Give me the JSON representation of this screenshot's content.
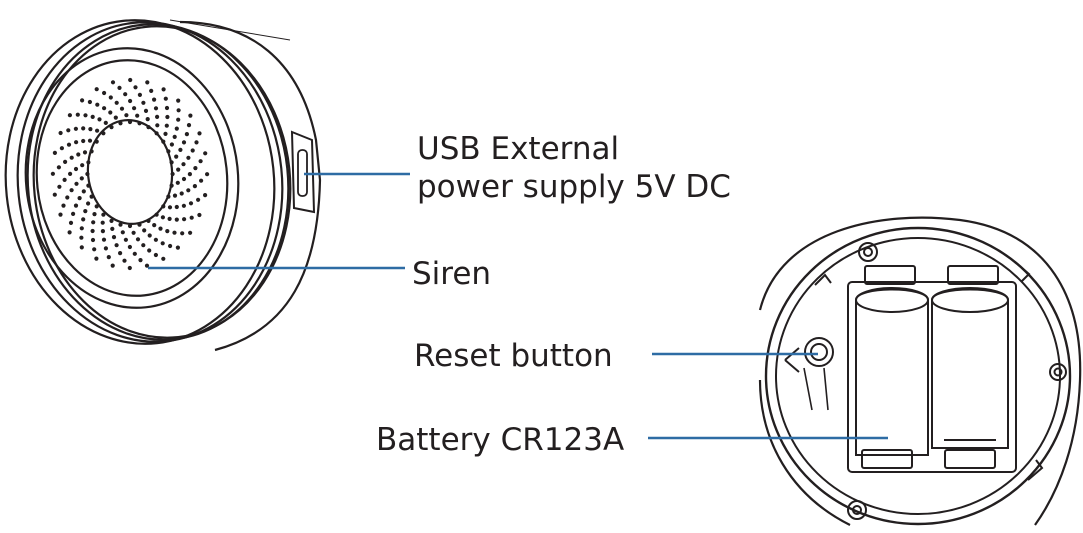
{
  "labels": {
    "usb_line1": "USB External",
    "usb_line2": "power supply 5V DC",
    "siren": "Siren",
    "reset": "Reset button",
    "battery": "Battery CR123A"
  },
  "colors": {
    "line_art": "#231f20",
    "leader_line": "#2e6ca4",
    "text": "#231f20",
    "background": "#ffffff"
  }
}
